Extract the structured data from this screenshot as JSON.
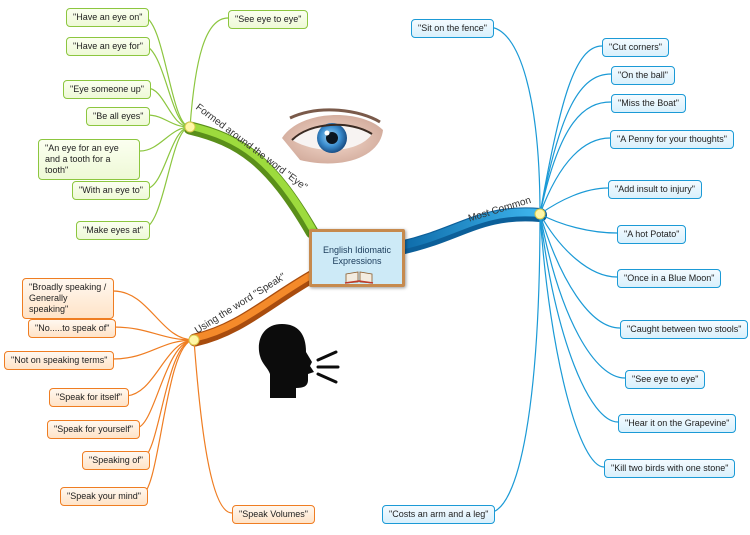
{
  "central": {
    "title": "English Idiomatic Expressions"
  },
  "branches": {
    "eye": {
      "label": "Formed around the word \"Eye\"",
      "color": "#7ab929"
    },
    "common": {
      "label": "Most Common",
      "color": "#1b9ad6"
    },
    "speak": {
      "label": "Using the word \"Speak\"",
      "color": "#ef7d22"
    }
  },
  "eye_items": [
    "\"Have an eye on\"",
    "\"Have an eye for\"",
    "\"Eye someone up\"",
    "\"Be all eyes\"",
    "\"An eye for an eye and a tooth for a tooth\"",
    "\"With an eye to\"",
    "\"Make eyes at\"",
    "\"See eye to eye\""
  ],
  "common_items": [
    "\"Sit on the fence\"",
    "\"Cut corners\"",
    "\"On the ball\"",
    "\"Miss the Boat\"",
    "\"A Penny for your thoughts\"",
    "\"Add insult to injury\"",
    "\"A hot Potato\"",
    "\"Once in a Blue Moon\"",
    "\"Caught between two stools\"",
    "\"See eye to eye\"",
    "\"Hear it on the Grapevine\"",
    "\"Kill two birds with one stone\"",
    "\"Costs an arm and a leg\""
  ],
  "speak_items": [
    "\"Broadly speaking / Generally speaking\"",
    "\"No.....to speak of\"",
    "\"Not on speaking terms\"",
    "\"Speak for itself\"",
    "\"Speak for yourself\"",
    "\"Speaking of\"",
    "\"Speak your mind\"",
    "\"Speak Volumes\""
  ]
}
